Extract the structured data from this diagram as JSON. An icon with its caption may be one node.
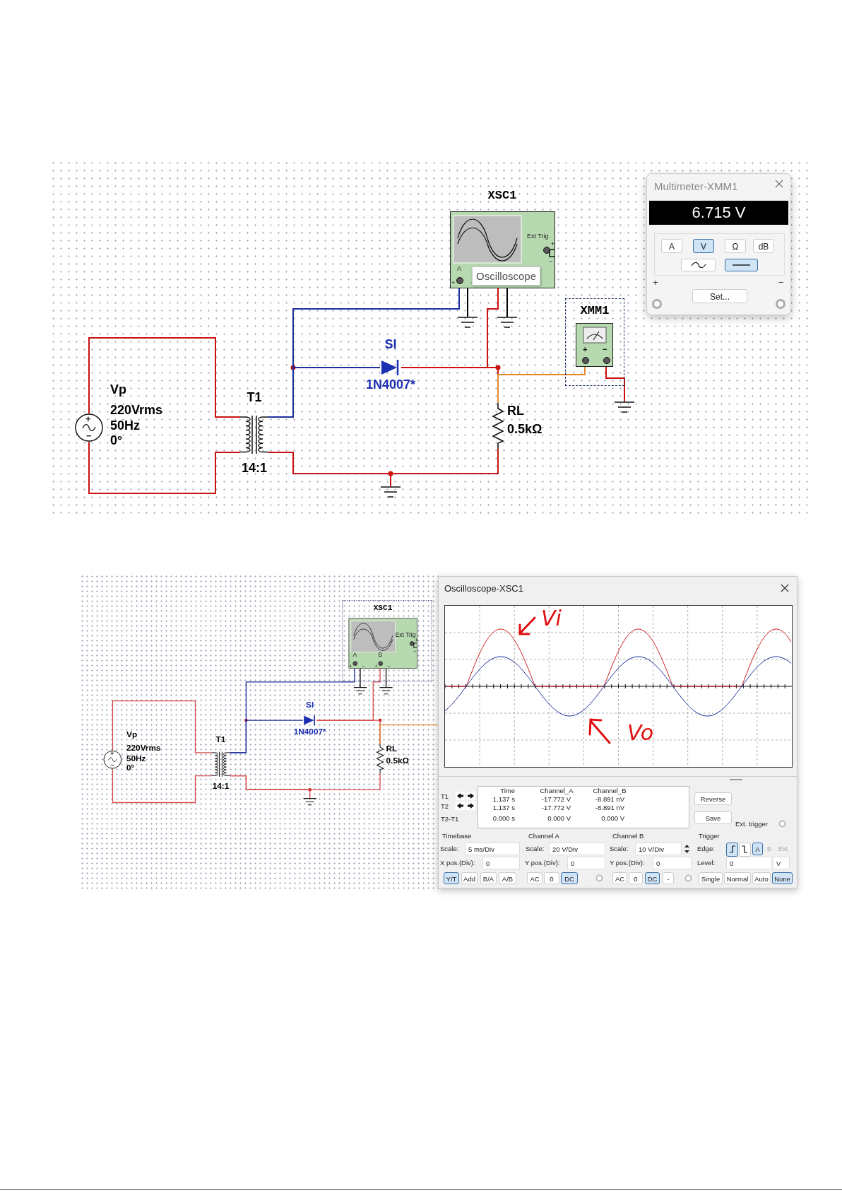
{
  "diagram": {
    "nodes": [
      {
        "text": [
          "Ext Trig",
          "+",
          "−",
          "A",
          "+",
          "−"
        ],
        "beside": [
          "XSC1"
        ]
      },
      {
        "text": [
          "Multimeter-XMM1",
          "6.715 V",
          "A",
          "V",
          "Ω",
          "dB",
          "+",
          "Set...",
          "−"
        ]
      },
      {
        "text": [
          "+",
          "−"
        ],
        "beside": [
          "XMM1"
        ]
      },
      {
        "text": [],
        "shape": "ground"
      },
      {
        "text": [],
        "shape": "ground"
      },
      {
        "text": [],
        "shape": "diode",
        "beside": [
          "SI",
          "1N4007*"
        ]
      },
      {
        "text": [
          "+",
          "−"
        ],
        "beside": [
          "Vp",
          "220Vrms",
          "50Hz",
          "0°"
        ]
      },
      {
        "text": [],
        "shape": "transformer",
        "beside": [
          "T1",
          "14:1"
        ]
      },
      {
        "text": [],
        "shape": "resistor",
        "beside": [
          "RL",
          "0.5kΩ"
        ]
      },
      {
        "text": [],
        "shape": "ground"
      },
      {
        "text": [],
        "shape": "ground"
      },
      {
        "text": [
          "Ext Trig",
          "+",
          "−",
          "A",
          "+",
          "−",
          "B",
          "+",
          "−"
        ],
        "beside": [
          "XSC1"
        ]
      },
      {
        "text": [
          "Oscilloscope-XSC1",
          "T1",
          "Time",
          "Channel_A",
          "Channel_B",
          "1.137 s",
          "-17.772 V",
          "-8.891 nV",
          "Reverse",
          "T2",
          "1.137 s",
          "-17.772 V",
          "-8.891 nV",
          "T2-T1",
          "0.000 s",
          "0.000 V",
          "0.000 V",
          "Save",
          "Ext. trigger",
          "Timebase",
          "Channel A",
          "Channel B",
          "Trigger",
          "Scale:",
          "5 ms/Div",
          "Scale:",
          "20 V/Div",
          "Scale:",
          "10 V/Div",
          "Edge:",
          "A",
          "B",
          "Ext",
          "X pos.(Div):",
          "0",
          "Y pos.(Div):",
          "0",
          "Y pos.(Div):",
          "0",
          "Level:",
          "0",
          "V",
          "Y/T",
          "Add",
          "B/A",
          "A/B",
          "AC",
          "0",
          "DC",
          "AC",
          "0",
          "DC",
          "-",
          "Single",
          "Normal",
          "Auto",
          "None"
        ]
      },
      {
        "text": [],
        "shape": "ground"
      },
      {
        "text": [],
        "shape": "ground"
      },
      {
        "text": [],
        "shape": "diode",
        "beside": [
          "SI",
          "1N4007*"
        ]
      },
      {
        "text": [
          "+",
          "−"
        ],
        "beside": [
          "Vp",
          "220Vrms",
          "50Hz",
          "0°"
        ]
      },
      {
        "text": [],
        "shape": "transformer",
        "beside": [
          "T1",
          "14:1"
        ]
      },
      {
        "text": [],
        "shape": "resistor",
        "beside": [
          "RL",
          "0.5kΩ"
        ]
      },
      {
        "text": [],
        "shape": "ground"
      }
    ],
    "edges": [
      {
        "from": 6,
        "to": 7,
        "arrow": "none"
      },
      {
        "from": 6,
        "to": 7,
        "arrow": "none"
      },
      {
        "from": 7,
        "to": 5,
        "arrow": "none",
        "color": "#1c2f9c"
      },
      {
        "from": 7,
        "to": 0,
        "arrow": "none",
        "color": "#1c2f9c"
      },
      {
        "from": 5,
        "to": 8,
        "arrow": "none"
      },
      {
        "from": 5,
        "to": 0,
        "arrow": "none"
      },
      {
        "from": 8,
        "to": 2,
        "arrow": "none",
        "color": "#e8892c"
      },
      {
        "from": 2,
        "to": 9,
        "arrow": "none"
      },
      {
        "from": 8,
        "to": 7,
        "arrow": "none"
      },
      {
        "from": 7,
        "to": 10,
        "arrow": "none"
      },
      {
        "from": 0,
        "to": 3,
        "arrow": "none",
        "color": "#000000"
      },
      {
        "from": 0,
        "to": 4,
        "arrow": "none",
        "color": "#000000"
      },
      {
        "from": 16,
        "to": 17,
        "arrow": "none"
      },
      {
        "from": 16,
        "to": 17,
        "arrow": "none"
      },
      {
        "from": 17,
        "to": 15,
        "arrow": "none",
        "color": "#1c2f9c"
      },
      {
        "from": 17,
        "to": 11,
        "arrow": "none",
        "color": "#1c2f9c"
      },
      {
        "from": 15,
        "to": 18,
        "arrow": "none"
      },
      {
        "from": 15,
        "to": 11,
        "arrow": "none"
      },
      {
        "from": 18,
        "to": 12,
        "arrow": "none",
        "color": "#e8892c"
      },
      {
        "from": 18,
        "to": 17,
        "arrow": "none"
      },
      {
        "from": 17,
        "to": 19,
        "arrow": "none"
      },
      {
        "from": 11,
        "to": 13,
        "arrow": "none",
        "color": "#000000"
      },
      {
        "from": 11,
        "to": 14,
        "arrow": "none",
        "color": "#000000"
      }
    ],
    "labels": [
      "Oscilloscope",
      "Vi",
      "Vo"
    ]
  }
}
